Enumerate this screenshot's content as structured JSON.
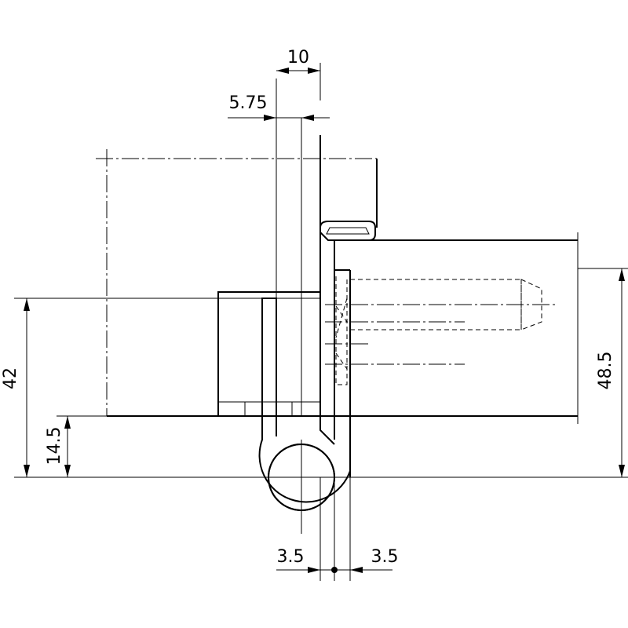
{
  "dimensions": {
    "top_width": "10",
    "offset": "5.75",
    "total_height": "42",
    "pin_height": "14.5",
    "right_height": "48.5",
    "left_gap": "3.5",
    "right_gap": "3.5"
  },
  "colors": {
    "ink": "#000000",
    "paper": "#ffffff"
  }
}
